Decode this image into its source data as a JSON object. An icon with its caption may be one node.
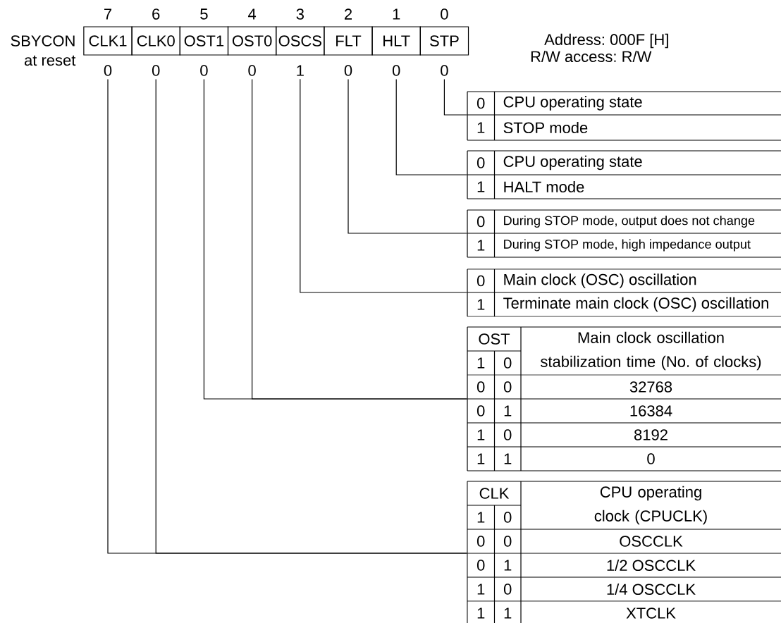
{
  "diagram": {
    "nodes": [
      {
        "text": [
          "CLK1"
        ]
      },
      {
        "text": [
          "CLK0"
        ]
      },
      {
        "text": [
          "OST1"
        ]
      },
      {
        "text": [
          "OST0"
        ]
      },
      {
        "text": [
          "OSCS"
        ]
      },
      {
        "text": [
          "FLT"
        ]
      },
      {
        "text": [
          "HLT"
        ]
      },
      {
        "text": [
          "STP"
        ]
      },
      {
        "text": [
          "0"
        ]
      },
      {
        "text": [
          "0"
        ]
      },
      {
        "text": [
          "0"
        ]
      },
      {
        "text": [
          "0"
        ]
      },
      {
        "text": [
          "1"
        ]
      },
      {
        "text": [
          "0"
        ]
      },
      {
        "text": [
          "0"
        ]
      },
      {
        "text": [
          "0"
        ]
      },
      {
        "text": [
          "0",
          "CPU operating state",
          "1",
          "STOP mode"
        ]
      },
      {
        "text": [
          "0",
          "CPU operating state",
          "1",
          "HALT mode"
        ]
      },
      {
        "text": [
          "0",
          "During STOP mode, output does not change",
          "1",
          "During STOP mode, high impedance output"
        ]
      },
      {
        "text": [
          "0",
          "Main clock (OSC) oscillation",
          "1",
          "Terminate main clock (OSC) oscillation"
        ]
      },
      {
        "text": [
          "OST",
          "Main clock oscillation stabilization time (No. of clocks)",
          "1",
          "0",
          "0",
          "0",
          "32768",
          "0",
          "1",
          "16384",
          "1",
          "0",
          "8192",
          "1",
          "1",
          "0"
        ]
      },
      {
        "text": [
          "CLK",
          "CPU operating clock (CPUCLK)",
          "1",
          "0",
          "0",
          "0",
          "OSCCLK",
          "0",
          "1",
          "1/2 OSCCLK",
          "1",
          "0",
          "1/4 OSCCLK",
          "1",
          "1",
          "XTCLK"
        ]
      }
    ],
    "edges": [
      {
        "from": 15,
        "to": 16,
        "arrow": "none"
      },
      {
        "from": 14,
        "to": 17,
        "arrow": "none"
      },
      {
        "from": 13,
        "to": 18,
        "arrow": "none"
      },
      {
        "from": 12,
        "to": 19,
        "arrow": "none"
      },
      {
        "from": 10,
        "to": 20,
        "arrow": "none"
      },
      {
        "from": 11,
        "to": 20,
        "arrow": "none"
      },
      {
        "from": 8,
        "to": 21,
        "arrow": "none"
      },
      {
        "from": 9,
        "to": 21,
        "arrow": "none"
      }
    ],
    "labels": [
      "7",
      "6",
      "5",
      "4",
      "3",
      "2",
      "1",
      "0",
      "SBYCON",
      "at reset",
      "Address: 000F [H]",
      "R/W access: R/W"
    ]
  }
}
